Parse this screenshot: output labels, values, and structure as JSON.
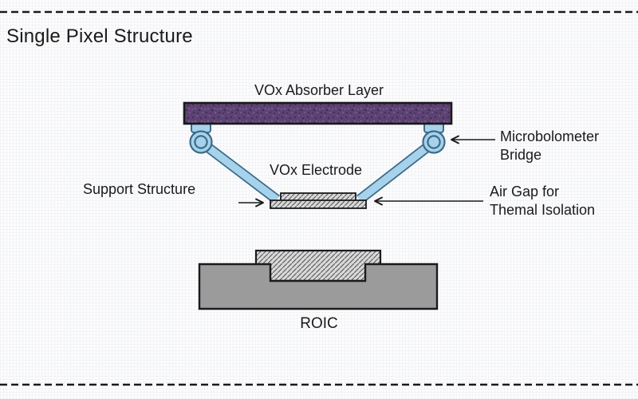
{
  "title": "Single Pixel Structure",
  "labels": {
    "absorber": "VOx Absorber Layer",
    "electrode": "VOx Electrode",
    "support_structure": "Support Structure",
    "bridge_line1": "Microbolometer",
    "bridge_line2": "Bridge",
    "air_gap_line1": "Air Gap for",
    "air_gap_line2": "Themal Isolation",
    "roic": "ROIC"
  },
  "colors": {
    "absorber_fill": "#5d4373",
    "absorber_speckle_dark": "#442e58",
    "absorber_speckle_light": "#7d6093",
    "bridge_fill": "#a7d2ec",
    "bridge_stroke": "#3c6b88",
    "roic_fill": "#9b9b9b",
    "hatch_fill": "#d9d9d9",
    "hatch_line": "#5f5f5f",
    "outline": "#1a1a1a",
    "text": "#1a1a1a"
  }
}
